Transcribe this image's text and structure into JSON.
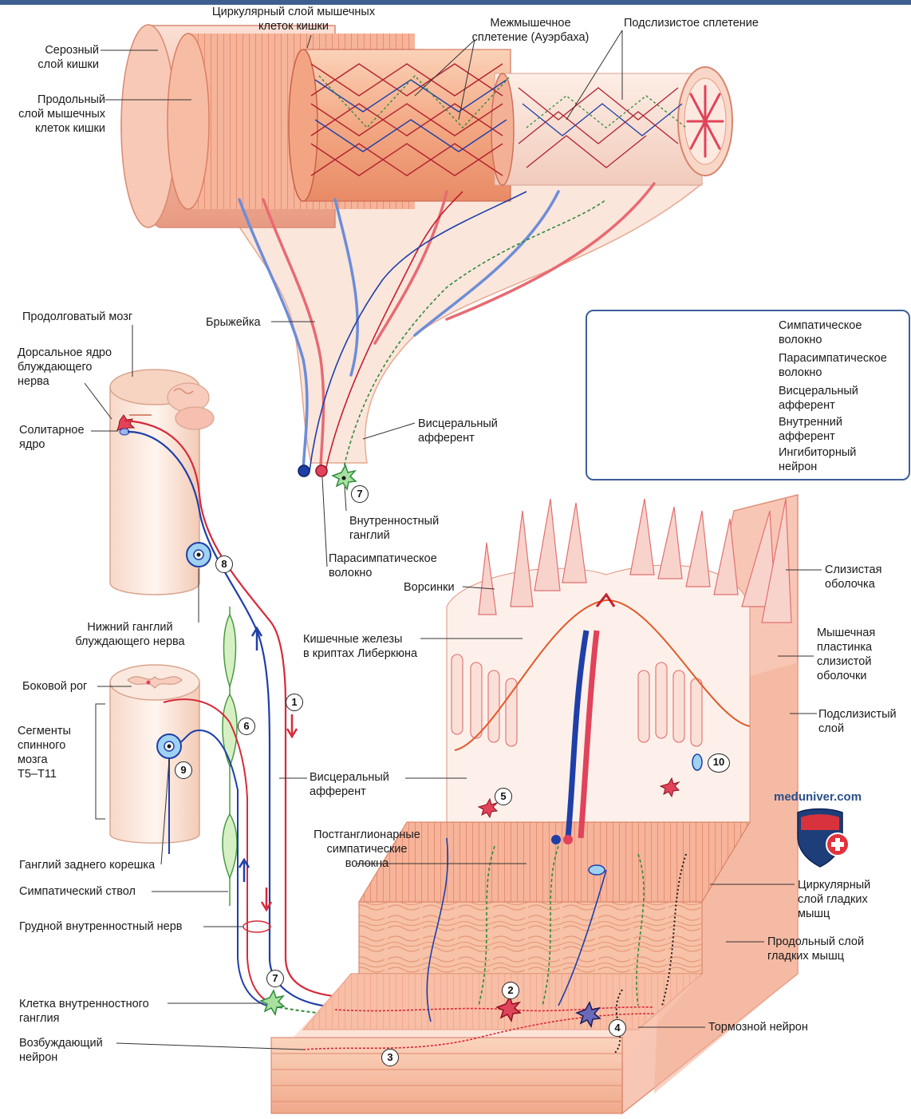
{
  "labels": {
    "seroznyi": "Серозный\nслой кишки",
    "prodolnyi_top": "Продольный\nслой мышечных\nклеток кишки",
    "cirkulyarnyi_top": "Циркулярный слой мышечных\nклеток кишки",
    "mezhmyshechnoe": "Межмышечное\nсплетение (Ауэрбаха)",
    "podslizistoe": "Подслизистое сплетение",
    "prodolgovatyi": "Продолговатый мозг",
    "dorsalnoe": "Дорсальное ядро\nблуждающего\nнерва",
    "solitarnoe": "Солитарное\nядро",
    "bryzheika": "Брыжейка",
    "visceral_aff_top": "Висцеральный\nафферент",
    "vnutrennostnyi_ganglii": "Внутренностный\nганглий",
    "parasympathetic_fiber": "Парасимпатическое\nволокно",
    "vorsinki": "Ворсинки",
    "nizhnii_ganglii": "Нижний ганглий\nблуждающего нерва",
    "kishechnye_zhelezy": "Кишечные железы\nв криптах Либеркюна",
    "bokovoi_rog": "Боковой рог",
    "segmenty": "Сегменты\nспинного\nмозга\nT5–T11",
    "visceral_aff_mid": "Висцеральный\nафферент",
    "postganglionarnye": "Постганглионарные\nсимпатические\nволокна",
    "ganglii_zadnego": "Ганглий заднего корешка",
    "simpaticheskii_stvol": "Симпатический ствол",
    "grudnoi_nerv": "Грудной внутренностный нерв",
    "kletka_vnutrennostnogo": "Клетка внутренностного\nганглия",
    "vozbuzhdayushchii": "Возбуждающий\nнейрон",
    "slizistaya": "Слизистая\nоболочка",
    "myshechnaya_plastinka": "Мышечная\nпластинка\nслизистой\nоболочки",
    "podslizistyi_sloi": "Подслизистый\nслой",
    "cirkulyarnyi_bottom": "Циркулярный\nслой гладких\nмышц",
    "prodolnyi_bottom": "Продольный слой\nгладких мышц",
    "tormoznoi": "Тормозной нейрон"
  },
  "legend": [
    {
      "text": "Симпатическое\nволокно",
      "color": "#d62a3a",
      "icon": "sympathetic-neuron-icon"
    },
    {
      "text": "Парасимпатическое\nволокно",
      "color": "#d62a3a",
      "icon": "parasympathetic-neuron-icon"
    },
    {
      "text": "Висцеральный\nафферент",
      "color": "#1f3fa8",
      "icon": "visceral-afferent-icon"
    },
    {
      "text": "Внутренний\nафферент",
      "color": "#1f3fa8",
      "icon": "intrinsic-afferent-icon"
    },
    {
      "text": "Ингибиторный\nнейрон",
      "color": "#1a1a1a",
      "icon": "inhibitory-neuron-icon"
    }
  ],
  "numbers": [
    "1",
    "2",
    "3",
    "4",
    "5",
    "6",
    "7",
    "7",
    "8",
    "9",
    "10"
  ],
  "watermark": "meduniver.com",
  "colors": {
    "sympathetic": "#2f8a3a",
    "parasympathetic": "#d62a3a",
    "afferent": "#1f3fa8",
    "inhibitory": "#1a1a1a",
    "tissue": "#f6b8a0",
    "accent_blue": "#3d5f9a"
  }
}
